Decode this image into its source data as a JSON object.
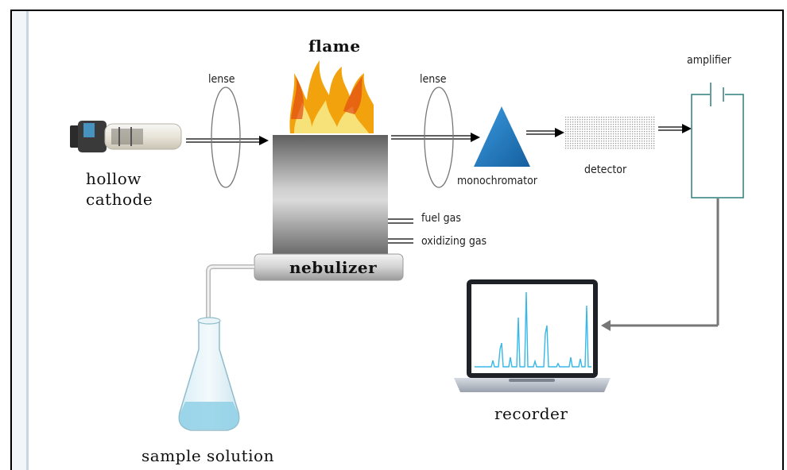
{
  "labels": {
    "flame": "flame",
    "lense_left": "lense",
    "lense_right": "lense",
    "hollow_cathode": "hollow\ncathode",
    "monochromator": "monochromator",
    "detector": "detector",
    "amplifier": "amplifier",
    "fuel_gas": "fuel gas",
    "oxidizing_gas": "oxidizing gas",
    "nebulizer": "nebulizer",
    "recorder": "recorder",
    "sample_solution": "sample solution"
  },
  "colors": {
    "flame_outer": "#f2a20c",
    "flame_inner": "#f7e27a",
    "flame_red": "#e24b12",
    "monochromator": "#1f7bc4",
    "amplifier_wire": "#2e7f7c",
    "burner_dark": "#6f6f6f",
    "burner_light": "#dcdcdc",
    "screen_trace": "#38b7e8",
    "flask_liquid": "#8fd0e6"
  }
}
